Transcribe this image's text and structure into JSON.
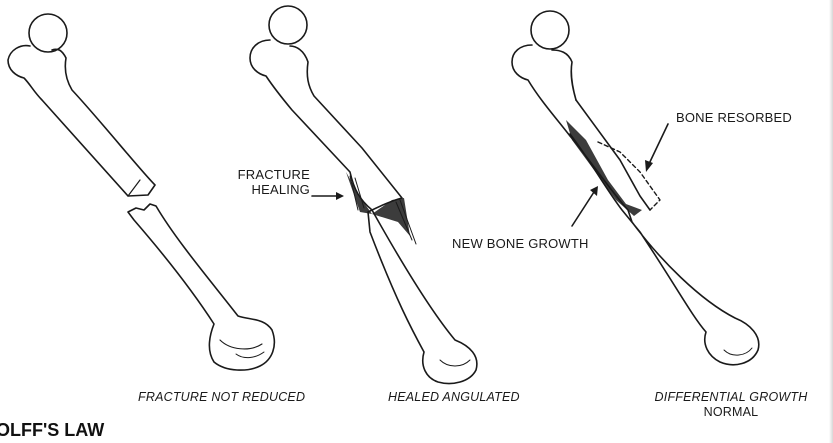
{
  "labels": {
    "fracture_healing": [
      "FRACTURE",
      "HEALING"
    ],
    "bone_resorbed": "BONE RESORBED",
    "new_bone_growth": "NEW BONE GROWTH"
  },
  "captions": {
    "panel1": "FRACTURE NOT REDUCED",
    "panel2": "HEALED ANGULATED",
    "panel3": [
      "DIFFERENTIAL GROWTH",
      "NORMAL"
    ]
  },
  "title": "OLFF'S LAW",
  "colors": {
    "ink": "#1a1a1a",
    "background": "#ffffff"
  }
}
